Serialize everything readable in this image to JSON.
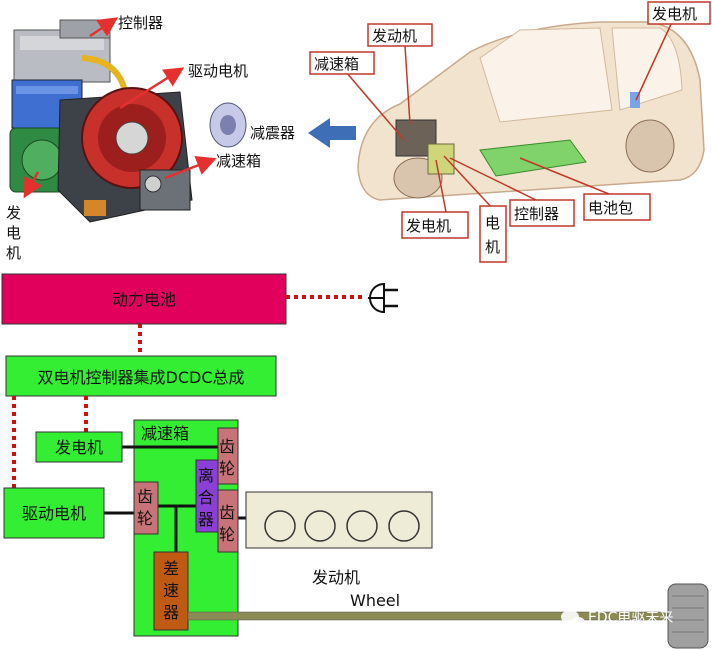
{
  "top_left_labels": {
    "controller": "控制器",
    "drive_motor": "驱动电机",
    "damper": "减震器",
    "reducer": "减速箱",
    "generator_vertical": [
      "发",
      "电",
      "机"
    ]
  },
  "car_labels": {
    "engine": "发动机",
    "reducer": "减速箱",
    "generator_top_right": "发电机",
    "generator_bottom": "发电机",
    "motor_vertical": [
      "电",
      "机"
    ],
    "controller": "控制器",
    "battery_pack": "电池包"
  },
  "schematic": {
    "power_battery": "动力电池",
    "controller_assembly": "双电机控制器集成DCDC总成",
    "generator": "发电机",
    "drive_motor": "驱动电机",
    "reducer": "减速箱",
    "gear_top": [
      "齿",
      "轮"
    ],
    "clutch": [
      "离",
      "合",
      "器"
    ],
    "gear_mid": [
      "齿",
      "轮"
    ],
    "gear_left": [
      "齿",
      "轮"
    ],
    "differential": [
      "差",
      "速",
      "器"
    ],
    "engine": "发动机",
    "wheel": "Wheel"
  },
  "watermark": "EDC电驱未来",
  "colors": {
    "battery_box": "#e2005d",
    "green_box": "#33ee33",
    "gear_box": "#c87377",
    "clutch_box": "#8a3fd6",
    "diff_box": "#c05a12",
    "label_border": "#c0392b",
    "arrow_red": "#e53030",
    "arrow_blue": "#3e6eb5",
    "dotted_red": "#cc1111",
    "battery_pack_green": "#7fd36a",
    "engine_box": "#eeebd7"
  },
  "icons": [
    "plug-icon",
    "wheel-icon",
    "wechat-icon"
  ]
}
